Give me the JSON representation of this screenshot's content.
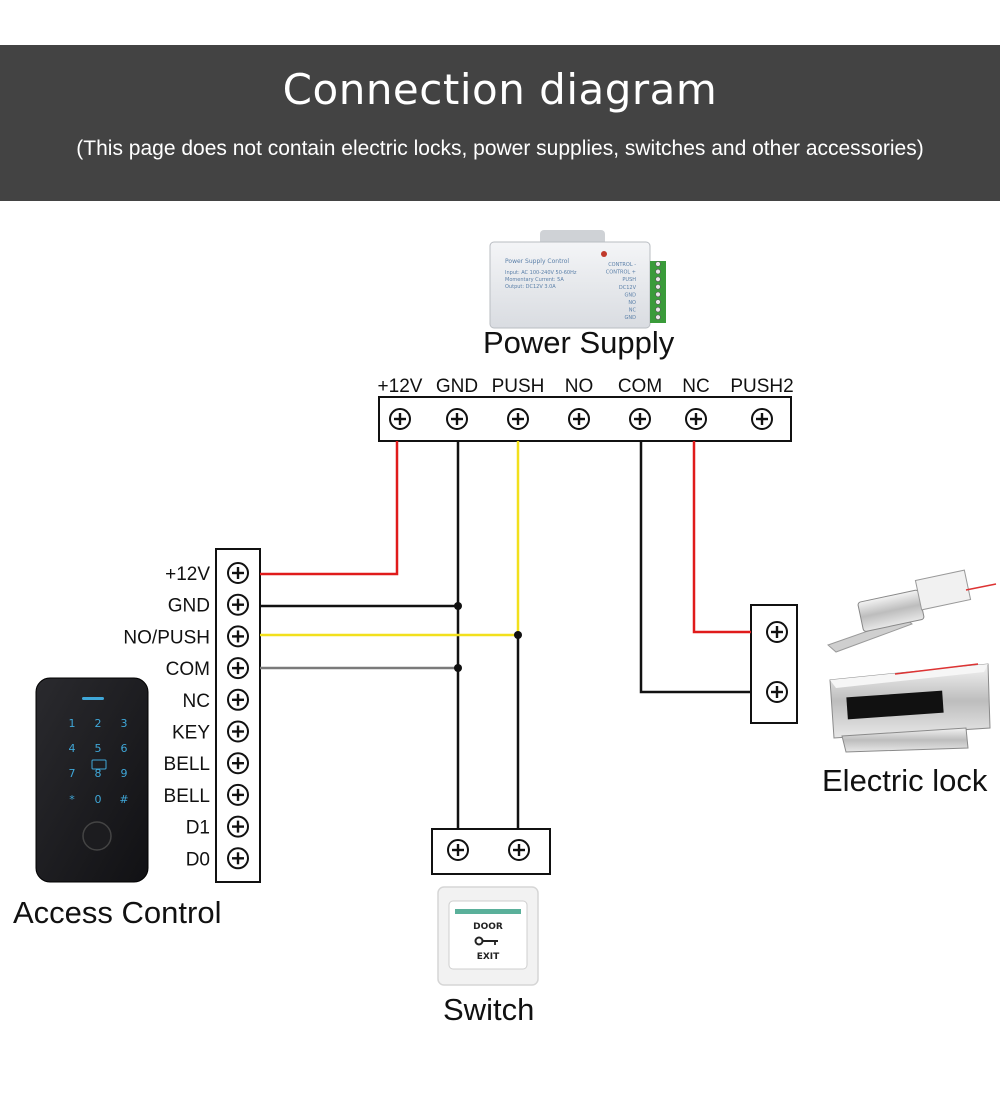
{
  "header": {
    "title": "Connection diagram",
    "subtitle": "(This page does not contain electric locks, power supplies, switches and other accessories)"
  },
  "power_supply": {
    "label": "Power Supply",
    "terminals": [
      "+12V",
      "GND",
      "PUSH",
      "NO",
      "COM",
      "NC",
      "PUSH2"
    ],
    "device_print": {
      "title": "Power Supply Control",
      "input": "Input: AC 100-240V 50-60Hz",
      "current": "Momentary Current: 5A",
      "output": "Output: DC12V 3.0A",
      "terminal_marks": [
        "CONTROL -",
        "CONTROL +",
        "PUSH",
        "DC12V",
        "GND",
        "NO",
        "NC",
        "GND"
      ]
    }
  },
  "access_control": {
    "label": "Access Control",
    "terminals": [
      "+12V",
      "GND",
      "NO/PUSH",
      "COM",
      "NC",
      "KEY",
      "BELL",
      "BELL",
      "D1",
      "D0"
    ],
    "keypad_keys": [
      "1",
      "2",
      "3",
      "4",
      "5",
      "6",
      "7",
      "8",
      "9",
      "*",
      "0",
      "#"
    ]
  },
  "electric_lock": {
    "label": "Electric lock"
  },
  "switch": {
    "label": "Switch",
    "plate_text_top": "DOOR",
    "plate_text_bottom": "EXIT"
  },
  "colors": {
    "header_bg": "#434343",
    "wire_red": "#e01b1b",
    "wire_black": "#111111",
    "wire_yellow": "#f2e01c",
    "wire_gray": "#7a7a7a",
    "terminal_green": "#3a9b3a",
    "keypad_led": "#3fa7d8"
  }
}
